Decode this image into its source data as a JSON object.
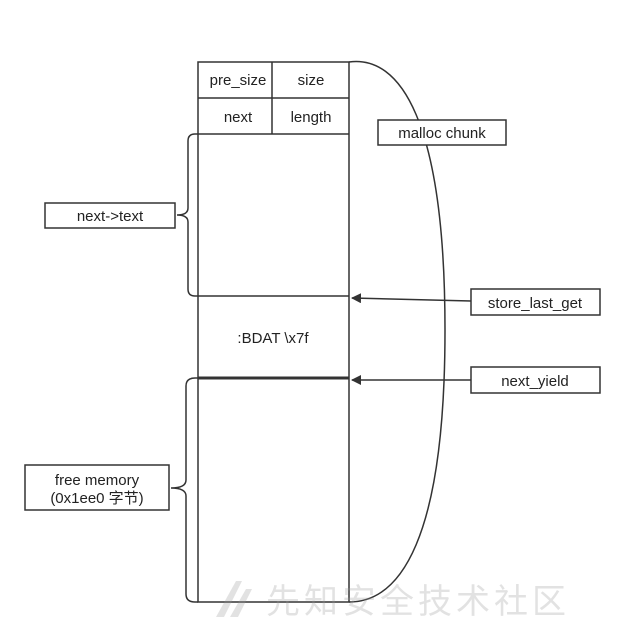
{
  "cells": {
    "pre_size": "pre_size",
    "size": "size",
    "next": "next",
    "length": "length",
    "marker": ":BDAT \\x7f"
  },
  "labels": {
    "malloc_chunk": "malloc chunk",
    "next_text": "next->text",
    "store_last_get": "store_last_get",
    "next_yield": "next_yield",
    "free_memory_line1": "free memory",
    "free_memory_line2": "(0x1ee0 字节)"
  },
  "watermark": {
    "text": "先知安全技术社区"
  },
  "colors": {
    "line": "#333333",
    "background": "#ffffff"
  }
}
